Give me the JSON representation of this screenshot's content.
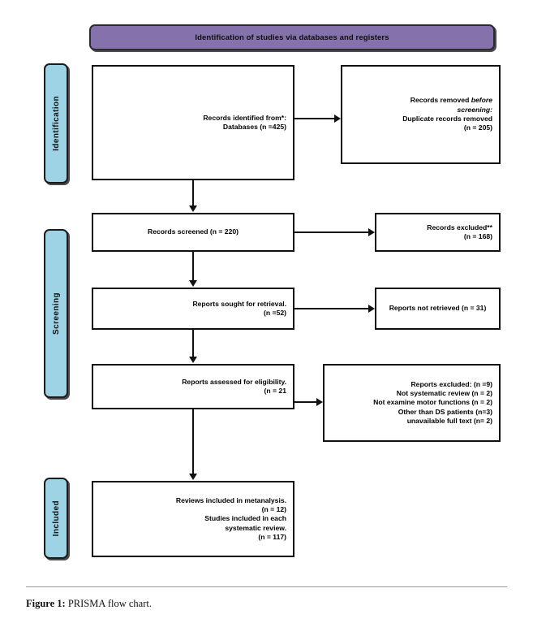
{
  "banner": {
    "title": "Identification of studies via databases and registers"
  },
  "phases": [
    {
      "id": "identification",
      "label": "Identification"
    },
    {
      "id": "screening",
      "label": "Screening"
    },
    {
      "id": "included",
      "label": "Included"
    }
  ],
  "boxes": {
    "identified": {
      "line1": "Records identified from*:",
      "line2": "Databases (n =425)"
    },
    "removed": {
      "line1": "Records removed before",
      "line2": "screening:",
      "line3": "Duplicate records removed",
      "line4": "(n = 205)"
    },
    "screened": {
      "line1": "Records screened (n = 220)"
    },
    "excluded": {
      "line1": "Records excluded**",
      "line2": "(n = 168)"
    },
    "sought": {
      "line1": "Reports sought for retrieval.",
      "line2": "(n =52)"
    },
    "not_retrieved": {
      "line1": "Reports not retrieved (n = 31)"
    },
    "assessed": {
      "line1": "Reports assessed for eligibility.",
      "line2": "(n = 21"
    },
    "reasons": {
      "line1": "Reports excluded: (n =9)",
      "line2": "Not systematic review (n = 2)",
      "line3": "Not examine motor functions (n = 2)",
      "line4": "Other than DS patients (n=3)",
      "line5": "unavailable full text (n= 2)"
    },
    "included": {
      "line1": "Reviews included in metanalysis.",
      "line2": "(n = 12)",
      "line3": "Studies included in each",
      "line4": "systematic review.",
      "line5": "(n = 117)"
    }
  },
  "caption": {
    "label": "Figure 1:",
    "text": " PRISMA flow chart."
  },
  "colors": {
    "banner": "#8572ad",
    "phase_tab": "#9dd3e4",
    "border": "#111111"
  }
}
